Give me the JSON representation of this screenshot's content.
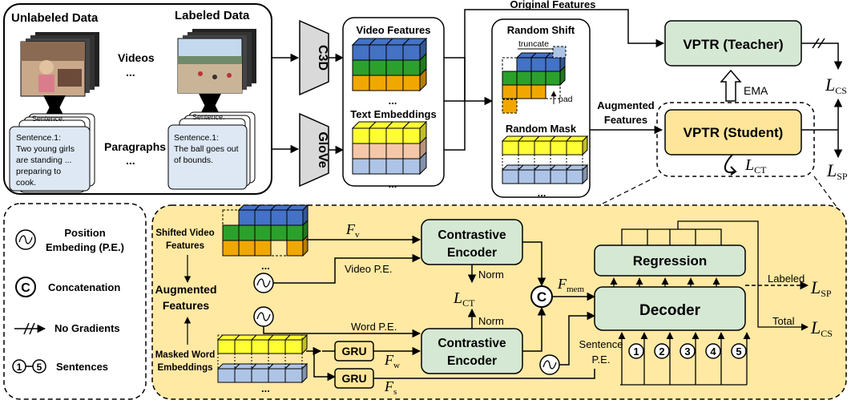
{
  "inputs": {
    "unlabeled_title": "Unlabeled Data",
    "labeled_title": "Labeled Data",
    "videos_label": "Videos",
    "paragraphs_label": "Paragraphs",
    "ellipsis": "...",
    "unlabeled_card": [
      "Sentence.1:",
      "Two young girls",
      "are standing ...",
      "preparing to",
      "cook."
    ],
    "labeled_card": [
      "Sentence.1:",
      "The ball goes out",
      "of bounds."
    ],
    "back_card_label": "Sentence."
  },
  "encoders": {
    "c3d": "C3D",
    "glove": "GloVe"
  },
  "features": {
    "video": "Video Features",
    "text": "Text Embeddings",
    "ellipsis": "..."
  },
  "augment": {
    "random_shift": "Random Shift",
    "truncate": "truncate",
    "pad": "pad",
    "random_mask": "Random Mask",
    "ellipsis": "..."
  },
  "top": {
    "original_features": "Original Features",
    "augmented_features": [
      "Augmented",
      "Features"
    ],
    "teacher": "VPTR (Teacher)",
    "student": "VPTR (Student)",
    "ema": "EMA",
    "loss_cs": "CS",
    "loss_sp": "SP",
    "loss_ct": "CT",
    "loss_symbol": "L"
  },
  "legend": {
    "pe": [
      "Position",
      "Embeding (P.E.)"
    ],
    "concat": "Concatenation",
    "concat_symbol": "C",
    "no_grad": "No Gradients",
    "sentences": "Sentences",
    "sent_range_start": "1",
    "sent_range_end": "5"
  },
  "detail": {
    "shifted_video": [
      "Shifted Video",
      "Features"
    ],
    "augmented_features": [
      "Augmented",
      "Features"
    ],
    "masked_word": [
      "Masked Word",
      "Embeddings"
    ],
    "ellipsis": "...",
    "fv": "F",
    "fv_sub": "v",
    "fw": "F",
    "fw_sub": "w",
    "fs": "F",
    "fs_sub": "s",
    "fmem": "F",
    "fmem_sub": "mem",
    "video_pe": "Video P.E.",
    "word_pe": "Word P.E.",
    "sentence_pe": [
      "Sentence",
      "P.E."
    ],
    "norm": "Norm",
    "contrastive_encoder": [
      "Contrastive",
      "Encoder"
    ],
    "gru": "GRU",
    "regression": "Regression",
    "decoder": "Decoder",
    "concat_symbol": "C",
    "labeled": "Labeled",
    "total": "Total",
    "sentence_numbers": [
      "1",
      "2",
      "3",
      "4",
      "5"
    ]
  }
}
